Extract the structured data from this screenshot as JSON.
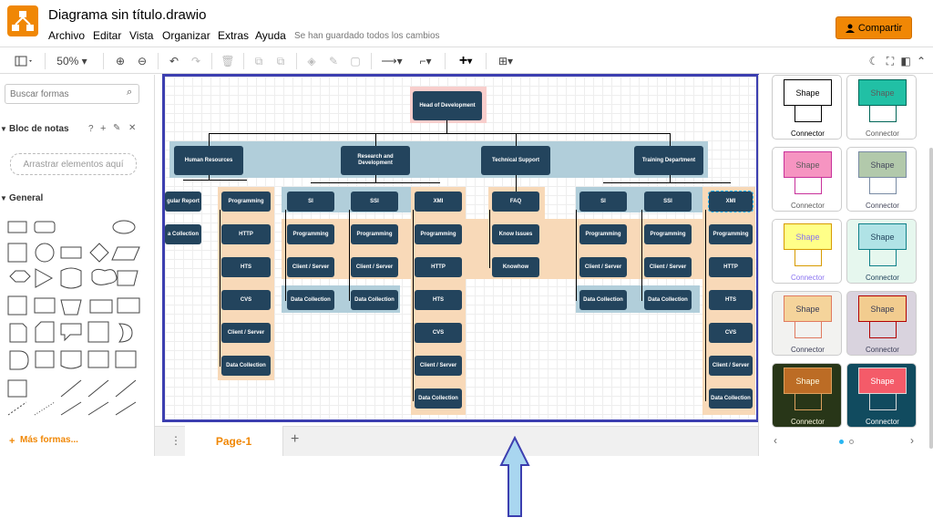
{
  "app": {
    "title": "Diagrama sin título.drawio",
    "status": "Se han guardado todos los cambios",
    "share_label": "Compartir"
  },
  "menu": [
    "Archivo",
    "Editar",
    "Vista",
    "Organizar",
    "Extras",
    "Ayuda"
  ],
  "toolbar": {
    "zoom": "50%"
  },
  "left": {
    "search_placeholder": "Buscar formas",
    "notes_title": "Bloc de notas",
    "notes_drop": "Arrastrar elementos aquí",
    "general_title": "General",
    "more_shapes": "Más formas..."
  },
  "pages": {
    "current": "Page-1"
  },
  "diagram": {
    "root": "Head of Development",
    "departments": [
      "Human Resources",
      "Research and Development",
      "Technical Support",
      "Training Department"
    ],
    "nodes": {
      "regular_report": "gular Report",
      "hr_data": "a Collection",
      "programming": "Programming",
      "http": "HTTP",
      "hts": "HTS",
      "cvs": "CVS",
      "client_server": "Client / Server",
      "data_collection": "Data Collection",
      "si": "SI",
      "ssi": "SSI",
      "xmi": "XMI",
      "faq": "FAQ",
      "know_issues": "Know Issues",
      "knowhow": "Knowhow"
    }
  },
  "styles": {
    "shape_label": "Shape",
    "connector_label": "Connector",
    "tiles": [
      {
        "fill": "#ffffff",
        "stroke": "#000000",
        "font": "#000000",
        "bg": "#ffffff"
      },
      {
        "fill": "#21c0a5",
        "stroke": "#006658",
        "font": "#5c5c5c",
        "bg": "#ffffff"
      },
      {
        "fill": "#f694c1",
        "stroke": "#c8319a",
        "font": "#5c5c5c",
        "bg": "#ffffff"
      },
      {
        "fill": "#b2c9ab",
        "stroke": "#788aa3",
        "font": "#46495d",
        "bg": "#ffffff"
      },
      {
        "fill": "#ffff88",
        "stroke": "#d79b00",
        "font": "#8a73f0",
        "bg": "#ffffff"
      },
      {
        "fill": "#b0e3e6",
        "stroke": "#0e8088",
        "font": "#23445d",
        "bg": "#e6f7ee"
      },
      {
        "fill": "#f5d49b",
        "stroke": "#e07a5f",
        "font": "#393c56",
        "bg": "#f2f2f0"
      },
      {
        "fill": "#f2cc8f",
        "stroke": "#b20000",
        "font": "#393c56",
        "bg": "#d9d3de"
      },
      {
        "fill": "#bc6c25",
        "stroke": "#dda15e",
        "font": "#fefae0",
        "bg": "#283618"
      },
      {
        "fill": "#f45b69",
        "stroke": "#d9d9d9",
        "font": "#ffffff",
        "bg": "#114b5f"
      }
    ]
  }
}
